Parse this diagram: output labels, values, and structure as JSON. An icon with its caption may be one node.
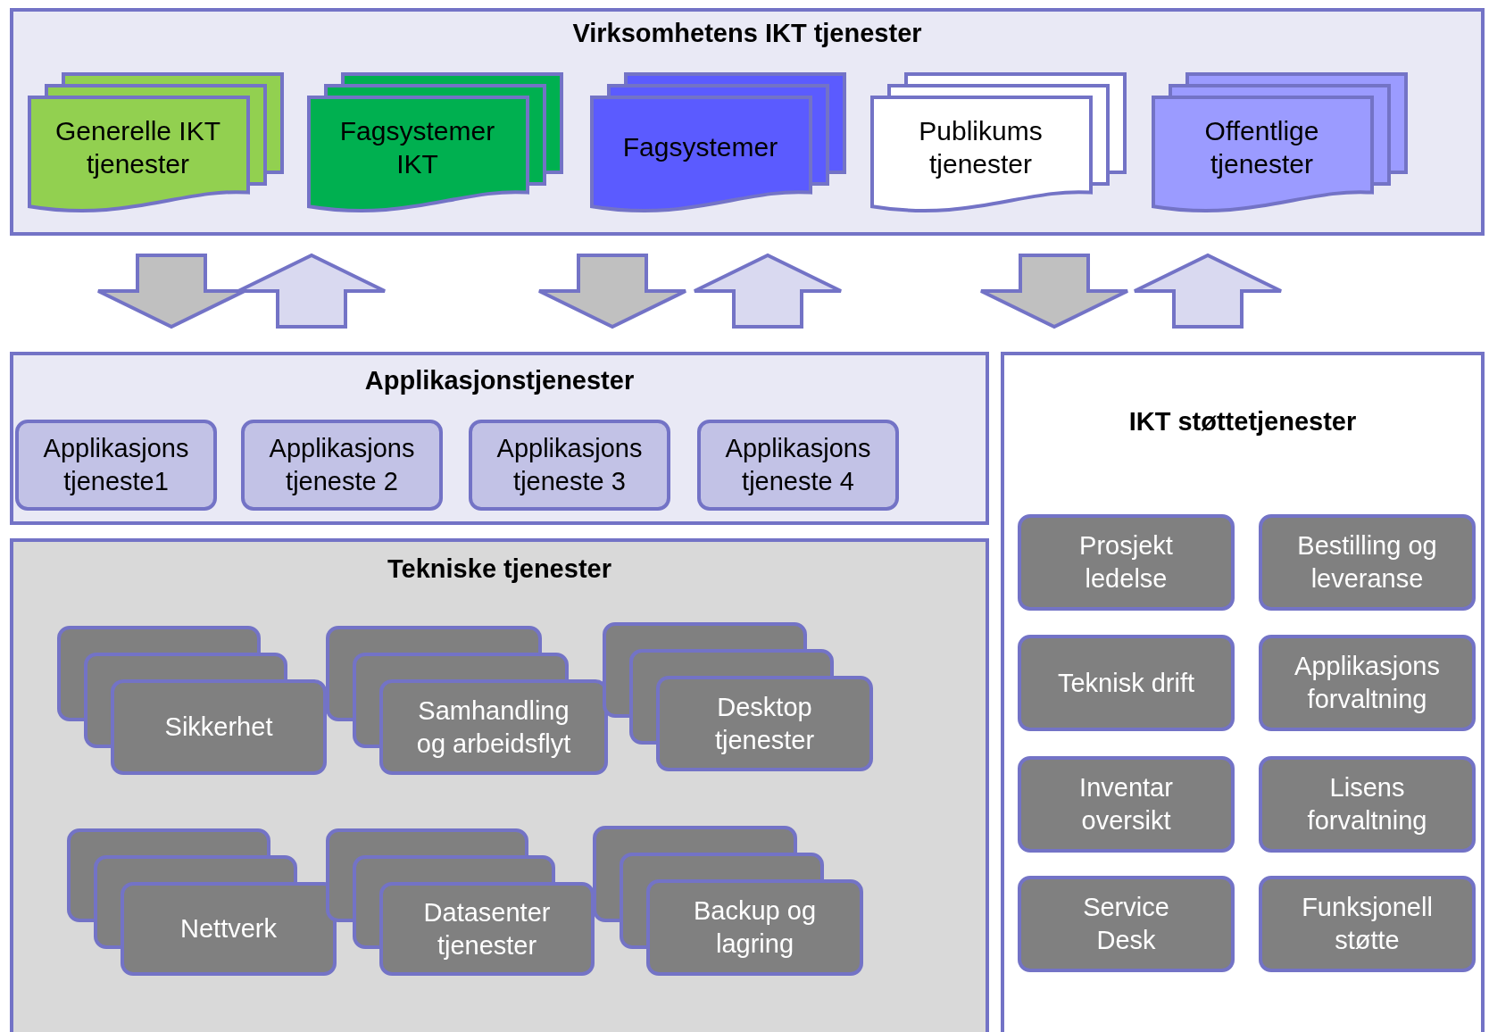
{
  "diagram": {
    "nodes": [
      {
        "text": [
          "Virksomhetens IKT tjenester"
        ]
      },
      {
        "text": [
          "Generelle IKT tjenester"
        ],
        "in": 0
      },
      {
        "text": [
          "Fagsystemer IKT"
        ],
        "in": 0
      },
      {
        "text": [
          "Fagsystemer"
        ],
        "in": 0
      },
      {
        "text": [
          "Publikums tjenester"
        ],
        "in": 0
      },
      {
        "text": [
          "Offentlige tjenester"
        ],
        "in": 0
      },
      {
        "text": [
          "Applikasjonstjenester"
        ]
      },
      {
        "text": [
          "Applikasjons tjeneste1"
        ],
        "in": 6
      },
      {
        "text": [
          "Applikasjons tjeneste 2"
        ],
        "in": 6
      },
      {
        "text": [
          "Applikasjons tjeneste 3"
        ],
        "in": 6
      },
      {
        "text": [
          "Applikasjons tjeneste 4"
        ],
        "in": 6
      },
      {
        "text": [
          "Tekniske tjenester"
        ]
      },
      {
        "text": [
          "Sikkerhet"
        ],
        "in": 11
      },
      {
        "text": [
          "Samhandling og arbeidsflyt"
        ],
        "in": 11
      },
      {
        "text": [
          "Desktop tjenester"
        ],
        "in": 11
      },
      {
        "text": [
          "Nettverk"
        ],
        "in": 11
      },
      {
        "text": [
          "Datasenter tjenester"
        ],
        "in": 11
      },
      {
        "text": [
          "Backup og lagring"
        ],
        "in": 11
      },
      {
        "text": [
          "IKT støttetjenester"
        ]
      },
      {
        "text": [
          "Prosjekt ledelse"
        ],
        "in": 18
      },
      {
        "text": [
          "Bestilling og leveranse"
        ],
        "in": 18
      },
      {
        "text": [
          "Teknisk drift"
        ],
        "in": 18
      },
      {
        "text": [
          "Applikasjons forvaltning"
        ],
        "in": 18
      },
      {
        "text": [
          "Inventar oversikt"
        ],
        "in": 18
      },
      {
        "text": [
          "Lisens forvaltning"
        ],
        "in": 18
      },
      {
        "text": [
          "Service Desk"
        ],
        "in": 18
      },
      {
        "text": [
          "Funksjonell støtte"
        ],
        "in": 18
      }
    ],
    "edges": [
      {
        "from": 0,
        "to": 6,
        "arrow": "to",
        "style": "thick",
        "color": "#c0c0c0"
      },
      {
        "from": 6,
        "to": 0,
        "arrow": "to",
        "style": "thick",
        "color": "#d9d9f0"
      },
      {
        "from": 0,
        "to": 6,
        "arrow": "to",
        "style": "thick",
        "color": "#c0c0c0"
      },
      {
        "from": 6,
        "to": 0,
        "arrow": "to",
        "style": "thick",
        "color": "#d9d9f0"
      },
      {
        "from": 0,
        "to": 18,
        "arrow": "to",
        "style": "thick",
        "color": "#c0c0c0"
      },
      {
        "from": 18,
        "to": 0,
        "arrow": "to",
        "style": "thick",
        "color": "#d9d9f0"
      }
    ]
  }
}
